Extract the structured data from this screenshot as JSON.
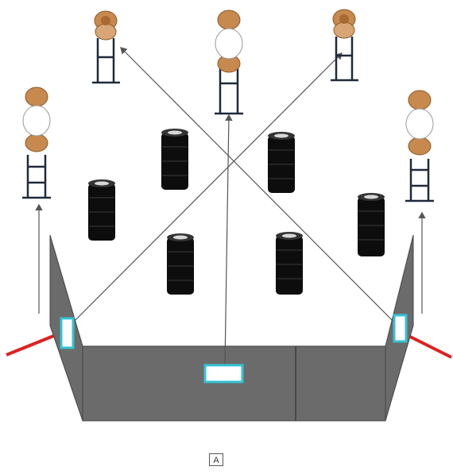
{
  "figure": {
    "caption_label": "A"
  },
  "colors": {
    "barrier": "#6b6b6b",
    "barrier_dark": "#5a5a5a",
    "port_outline": "#35c3d6",
    "boundary_line": "#e02020",
    "tire": "#0d0d0d",
    "target_orange": "#c8894e",
    "target_stand": "#1e2a3a",
    "trajectory": "#555555"
  },
  "objects": {
    "targets": [
      "target-back-left",
      "target-back-center",
      "target-back-right",
      "target-side-left",
      "target-side-right"
    ],
    "tire_stacks": 6,
    "shooting_ports": [
      "port-left",
      "port-center",
      "port-right"
    ]
  }
}
